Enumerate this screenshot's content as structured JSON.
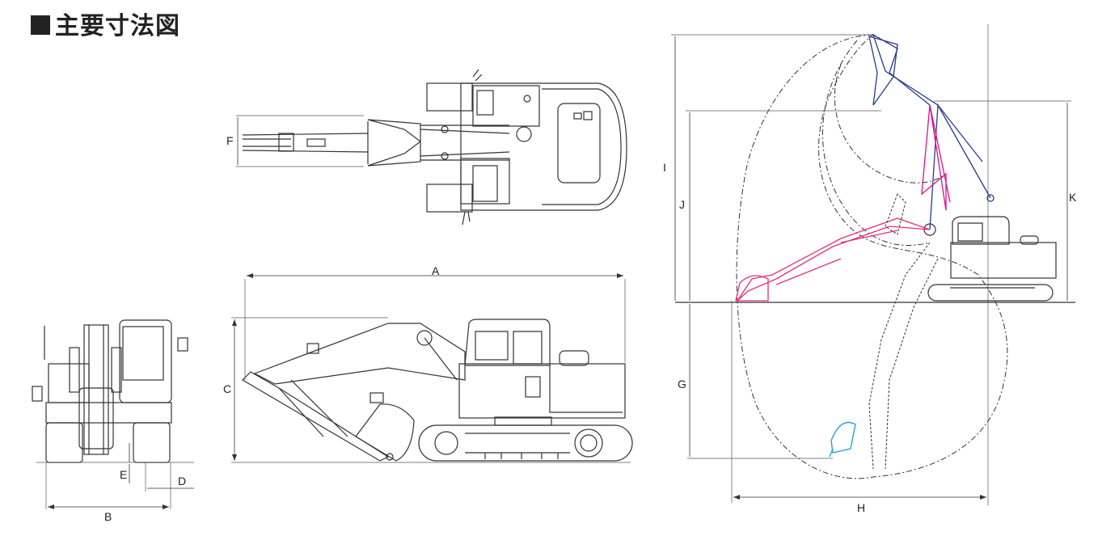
{
  "title": "主要寸法図",
  "dimensions": [
    "A",
    "B",
    "C",
    "D",
    "E",
    "F",
    "G",
    "H",
    "I",
    "J",
    "K"
  ],
  "colors": {
    "line": "#333333",
    "boom_max_reach": "#2a3a8a",
    "boom_ground_reach": "#e0307a",
    "arm_retracted": "#d8108c",
    "bucket_min": "#2ba3d6"
  }
}
